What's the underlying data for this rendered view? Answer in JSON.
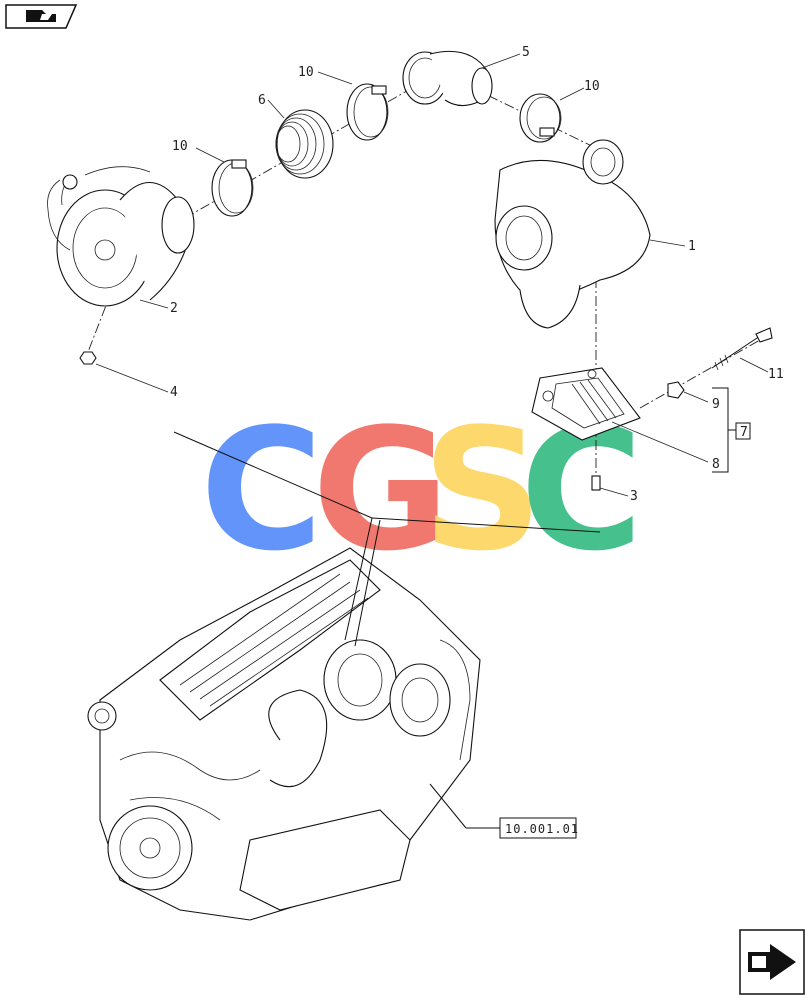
{
  "watermark": {
    "letters": [
      "C",
      "G",
      "S",
      "C"
    ],
    "colors": [
      "#5b8ff9",
      "#f07167",
      "#fcd666",
      "#3dbd86"
    ]
  },
  "callouts": [
    "1",
    "2",
    "3",
    "4",
    "5",
    "6",
    "7",
    "8",
    "9",
    "10",
    "10",
    "10",
    "11"
  ],
  "reference": "10.001.01",
  "icons": {
    "top_left": "prev-page-icon",
    "bottom_right": "next-page-icon"
  }
}
